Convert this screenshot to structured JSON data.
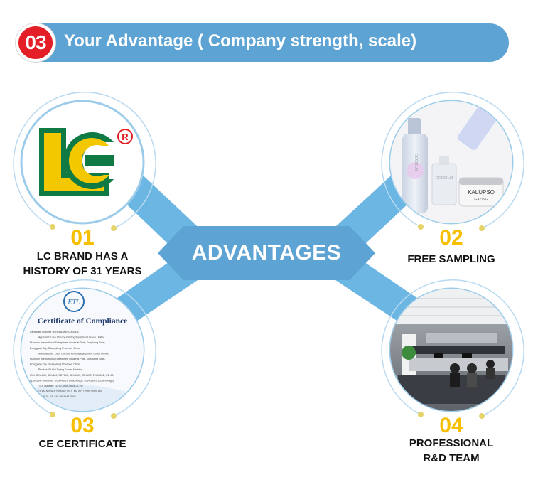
{
  "header": {
    "number": "03",
    "title": "Your Advantage ( Company strength, scale)"
  },
  "center": {
    "label": "ADVANTAGES"
  },
  "items": [
    {
      "number": "01",
      "lines": [
        "LC BRAND HAS A",
        "HISTORY OF 31 YEARS"
      ]
    },
    {
      "number": "02",
      "lines": [
        "FREE SAMPLING"
      ]
    },
    {
      "number": "03",
      "lines": [
        "CE CERTIFICATE"
      ]
    },
    {
      "number": "04",
      "lines": [
        "PROFESSIONAL",
        "R&D TEAM"
      ]
    }
  ],
  "logo": {
    "text": "LC",
    "mark": "®"
  },
  "certificate": {
    "seal": "ETL",
    "title": "Certificate of Compliance",
    "lines": [
      "Certificate Number : ETM18060910061008",
      "Applicant: Luen Cheong Printing Equipment Group Limited",
      "Plainuim International Enterprises Industrial Park, Dongkeng Town,",
      "Dongguan City, Guangdong Province, China",
      "Manufacturer: Luen Cheong Printing Equipment Group Limited",
      "Plainuim International Enterprises Industrial Park, Dongkeng Town,",
      "Dongguan City, Guangdong Province, China",
      "Product: IR Hot Drying Tunnel Machine",
      "M/N: SDV-200, SDV600, SDV800, SDV1000, SDV900, TM-1400D, ED-80",
      "Applicable Directives: 2006/42/EC (Machinery), 2014/35/EU (Low Voltage)",
      "TCF Number: LCHG-0606-06-MCA-VD",
      "Standard: EN 60204-1:2006/AC:2010, EN ISO 12100:2010, EN",
      "ISO 14120:2015, EN 349:1993+A1:2008 ..."
    ]
  },
  "products": {
    "bottle_label": "COCOLO",
    "dropper_label": "COCOLO",
    "jar_label": "KALUPSO",
    "jar_sub": "GAZING"
  },
  "colors": {
    "accent": "#5da3d3",
    "arrow": "#6cb6e3",
    "badge": "#e41e26",
    "number": "#f6c000",
    "ring": "#b8d9ef"
  }
}
